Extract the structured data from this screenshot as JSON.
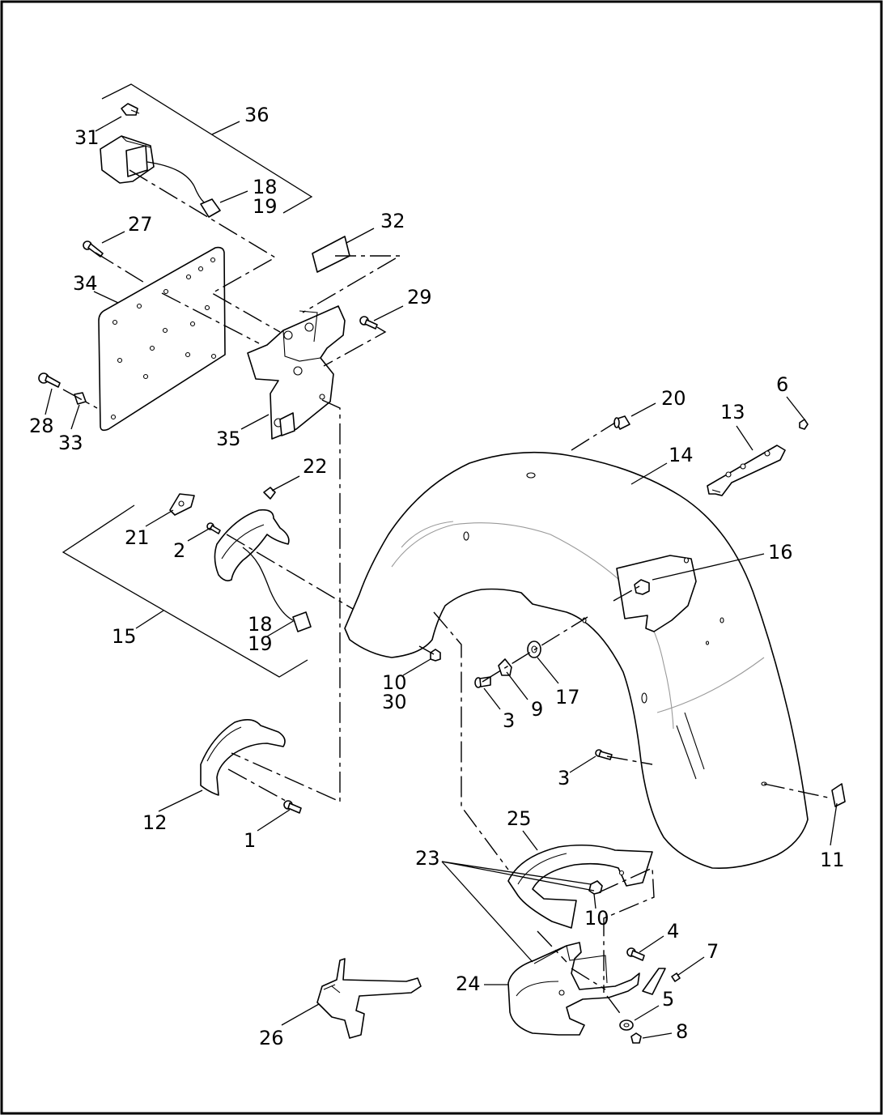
{
  "colors": {
    "line": "#000000",
    "background": "#ffffff",
    "frame": "#000000"
  },
  "callouts": {
    "c36": "36",
    "c31": "31",
    "c18a": "18",
    "c19a": "19",
    "c27": "27",
    "c32": "32",
    "c34": "34",
    "c29": "29",
    "c28": "28",
    "c33": "33",
    "c35": "35",
    "c22": "22",
    "c21": "21",
    "c2": "2",
    "c15": "15",
    "c18b": "18",
    "c19b": "19",
    "c20": "20",
    "c6": "6",
    "c13": "13",
    "c14": "14",
    "c16": "16",
    "c10a": "10",
    "c30": "30",
    "c17": "17",
    "c9": "9",
    "c3a": "3",
    "c3b": "3",
    "c12": "12",
    "c1": "1",
    "c11": "11",
    "c25": "25",
    "c23": "23",
    "c10b": "10",
    "c4": "4",
    "c7": "7",
    "c24": "24",
    "c5": "5",
    "c8": "8",
    "c26": "26"
  }
}
